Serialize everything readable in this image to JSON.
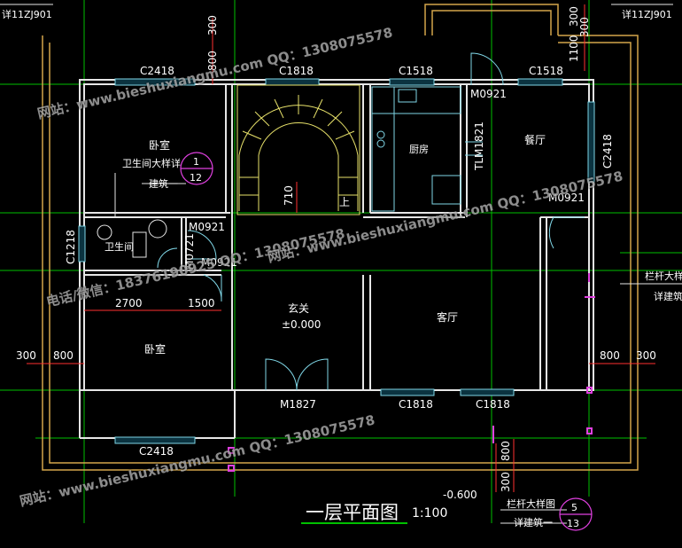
{
  "title": "一层平面图",
  "scale": "1:100",
  "colors": {
    "wall": "#e6e6e6",
    "window": "#7fd6e6",
    "dim": "#ff3030",
    "grid": "#00c000",
    "outline": "#d4a64a",
    "stair": "#e8e26a",
    "text": "#ffffff"
  },
  "rooms": {
    "bedroom_top": "卧室",
    "bathroom": "卫生间",
    "bedroom_bottom": "卧室",
    "entrance": "玄关",
    "entrance_level": "±0.000",
    "kitchen": "厨房",
    "dining": "餐厅",
    "living": "客厅"
  },
  "windows": {
    "w_top_left": "C2418",
    "w_top_mid": "C1818",
    "w_top_kitchen": "C1518",
    "w_top_right": "C1518",
    "w_right": "C2418",
    "w_bath": "C1218",
    "w_bottom_left": "C2418",
    "w_bottom_mid1": "C1818",
    "w_bottom_mid2": "C1818"
  },
  "doors": {
    "d_dining_top": "M0921",
    "d_kitchen": "TLM1821",
    "d_dining_right": "M0921",
    "d_bath_a": "M0921",
    "d_bath_b": "M0721",
    "d_bedroom": "M0921",
    "d_entrance": "M1827"
  },
  "dimensions": {
    "d_2700": "2700",
    "d_1500": "1500",
    "d_300_left": "300",
    "d_800_left": "800",
    "d_800_right": "800",
    "d_300_right": "300",
    "d_800_top": "800",
    "d_300_top": "300",
    "d_300_topright": "300",
    "d_1100_topright": "1100",
    "d_300_topright2": "300",
    "d_710": "710",
    "d_800_bottom": "800",
    "d_300_bottom": "300"
  },
  "stair_up": "上",
  "detail_left": {
    "text": "卫生间大样详",
    "num": "1",
    "sheet": "12",
    "ref": "建筑一"
  },
  "detail_railing_right": {
    "text": "栏杆大样图",
    "ref": "详建筑"
  },
  "detail_railing_bottom": {
    "text": "栏杆大样图",
    "num": "5",
    "sheet": "13",
    "ref": "详建筑一"
  },
  "top_ref_left": "详11ZJ901",
  "top_ref_right": "详11ZJ901",
  "level_bottom": "-0.600",
  "watermark": {
    "line1": "网站：www.bieshuxiangmu.com  QQ：1308075578",
    "line2": "电话/微信：18376190925  QQ：1308075578"
  }
}
